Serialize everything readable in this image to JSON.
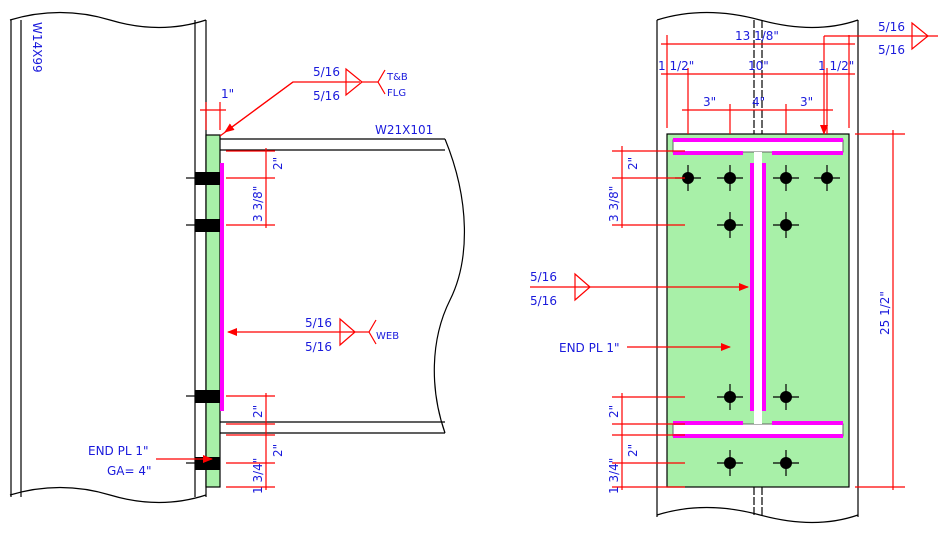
{
  "side_view": {
    "column_label": "W14X99",
    "beam_label": "W21X101",
    "plate_thickness_dim": "1\"",
    "flange_weld": {
      "top_size": "5/16",
      "bottom_size": "5/16",
      "tail_line1": "T&B",
      "tail_line2": "FLG"
    },
    "web_weld": {
      "top_size": "5/16",
      "bottom_size": "5/16",
      "tail": "WEB"
    },
    "dims": {
      "top_edge": "2\"",
      "bolt_spacing_top": "3 3/8\"",
      "bottom_gap_1": "2\"",
      "bottom_gap_2": "2\"",
      "bottom_edge": "1 3/4\""
    },
    "end_plate_label": "END PL 1\"",
    "gage_label": "GA= 4\""
  },
  "front_view": {
    "overall_width": "13 1/8\"",
    "edge_left": "1 1/2\"",
    "flange_width": "10\"",
    "edge_right": "1 1/2\"",
    "bolt_gap_left": "3\"",
    "bolt_gap_center": "4\"",
    "bolt_gap_right": "3\"",
    "top_weld": {
      "top_size": "5/16",
      "bottom_size": "5/16"
    },
    "web_weld": {
      "top_size": "5/16",
      "bottom_size": "5/16"
    },
    "dims": {
      "top_edge": "2\"",
      "bolt_spacing_top": "3 3/8\"",
      "bottom_gap_1": "2\"",
      "bottom_gap_2": "2\"",
      "bottom_edge": "1 3/4\"",
      "plate_height": "25 1/2\""
    },
    "end_plate_label": "END PL 1\""
  },
  "colors": {
    "plate": "#a8f0a8",
    "weld": "#ff00ff",
    "dimension": "#ff0000",
    "text": "#1a1adc"
  }
}
